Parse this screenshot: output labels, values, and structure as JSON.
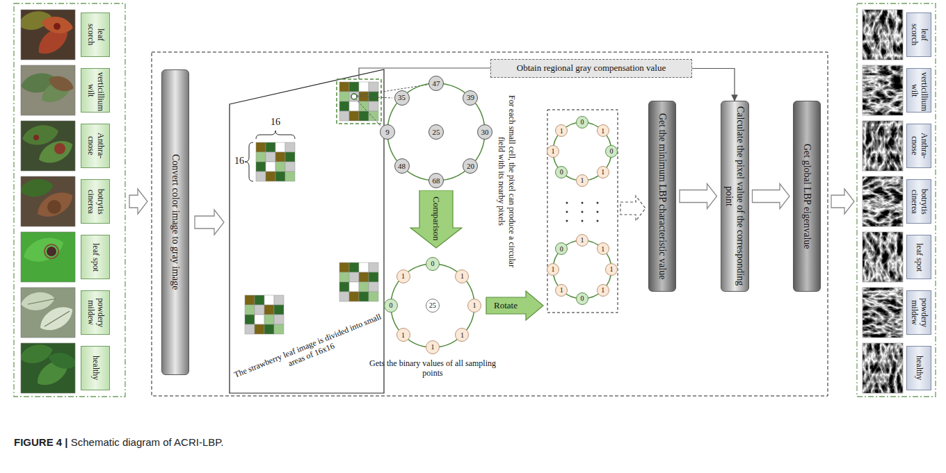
{
  "diagram": {
    "caption": "FIGURE 4 | Schematic diagram of ACRI-LBP.",
    "nodes": [
      {
        "text": [
          "leaf scorch"
        ]
      },
      {
        "text": [
          "verticillium wilt"
        ]
      },
      {
        "text": [
          "Anthra-cnose"
        ]
      },
      {
        "text": [
          "botrytis cinerea"
        ]
      },
      {
        "text": [
          "leaf spot"
        ]
      },
      {
        "text": [
          "powdery mildew"
        ]
      },
      {
        "text": [
          "healthy"
        ]
      },
      {
        "text": [
          "Convert color image to gray image"
        ]
      },
      {
        "text": [
          "Obtain regional gray compensation value"
        ]
      },
      {
        "text": [
          "47"
        ]
      },
      {
        "text": [
          "35"
        ]
      },
      {
        "text": [
          "39"
        ]
      },
      {
        "text": [
          "9"
        ]
      },
      {
        "text": [
          "30"
        ]
      },
      {
        "text": [
          "25"
        ]
      },
      {
        "text": [
          "48"
        ]
      },
      {
        "text": [
          "68"
        ]
      },
      {
        "text": [
          "20"
        ]
      },
      {
        "text": [
          "Comparison"
        ]
      },
      {
        "text": [
          "0"
        ]
      },
      {
        "text": [
          "1"
        ]
      },
      {
        "text": [
          "1"
        ]
      },
      {
        "text": [
          "0"
        ]
      },
      {
        "text": [
          "1"
        ]
      },
      {
        "text": [
          "25"
        ]
      },
      {
        "text": [
          "1"
        ]
      },
      {
        "text": [
          "1"
        ]
      },
      {
        "text": [
          "1"
        ]
      },
      {
        "text": [
          "Rotate"
        ]
      },
      {
        "text": [
          "0"
        ]
      },
      {
        "text": [
          "1"
        ]
      },
      {
        "text": [
          "1"
        ]
      },
      {
        "text": [
          "1"
        ]
      },
      {
        "text": [
          "0"
        ]
      },
      {
        "text": [
          "0"
        ]
      },
      {
        "text": [
          "1"
        ]
      },
      {
        "text": [
          "1"
        ]
      },
      {
        "text": [
          "1"
        ]
      },
      {
        "text": [
          "0"
        ]
      },
      {
        "text": [
          "1"
        ]
      },
      {
        "text": [
          "1"
        ]
      },
      {
        "text": [
          "1"
        ]
      },
      {
        "text": [
          "1"
        ]
      },
      {
        "text": [
          "0"
        ]
      },
      {
        "text": [
          "1"
        ]
      },
      {
        "text": [
          "Get the minimum LBP characteristic value"
        ]
      },
      {
        "text": [
          "Calculate the pixel value of the corresponding point"
        ]
      },
      {
        "text": [
          "Get global LBP eigenvalue"
        ]
      },
      {
        "text": [
          "leaf scorch"
        ]
      },
      {
        "text": [
          "verticillium wilt"
        ]
      },
      {
        "text": [
          "Anthra-cnose"
        ]
      },
      {
        "text": [
          "botrytis cinerea"
        ]
      },
      {
        "text": [
          "leaf spot"
        ]
      },
      {
        "text": [
          "powdery mildew"
        ]
      },
      {
        "text": [
          "healthy"
        ]
      }
    ],
    "edges": [
      {
        "from": 8,
        "to": 46,
        "arrow": "to"
      },
      {
        "from": 45,
        "to": 46,
        "arrow": "to"
      },
      {
        "from": 46,
        "to": 47,
        "arrow": "to"
      }
    ],
    "labels": [
      "16",
      "16",
      "The strawberry leaf image is divided into small areas of 16x16",
      "For each small cell, the pixel can produce a circular field with its nearby pixels",
      "Gets the binary values of all sampling points"
    ]
  }
}
